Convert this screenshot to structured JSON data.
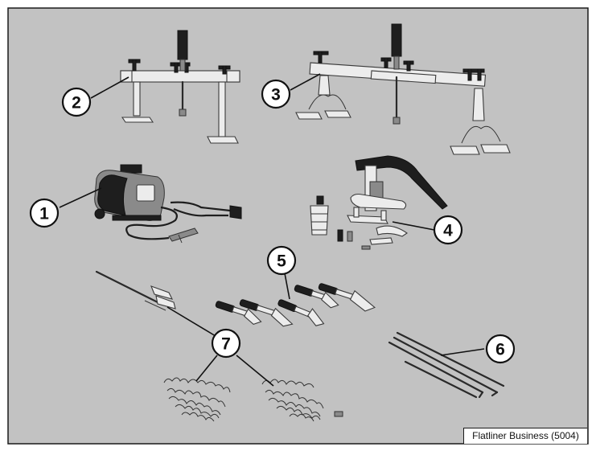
{
  "callouts": [
    {
      "id": "1",
      "label": "1"
    },
    {
      "id": "2",
      "label": "2"
    },
    {
      "id": "3",
      "label": "3"
    },
    {
      "id": "4",
      "label": "4"
    },
    {
      "id": "5",
      "label": "5"
    },
    {
      "id": "6",
      "label": "6"
    },
    {
      "id": "7",
      "label": "7"
    }
  ],
  "caption": "Flatliner Business (5004)",
  "colors": {
    "background": "#c2c2c2",
    "border": "#1a1a1a",
    "callout_fill": "#ffffff"
  }
}
